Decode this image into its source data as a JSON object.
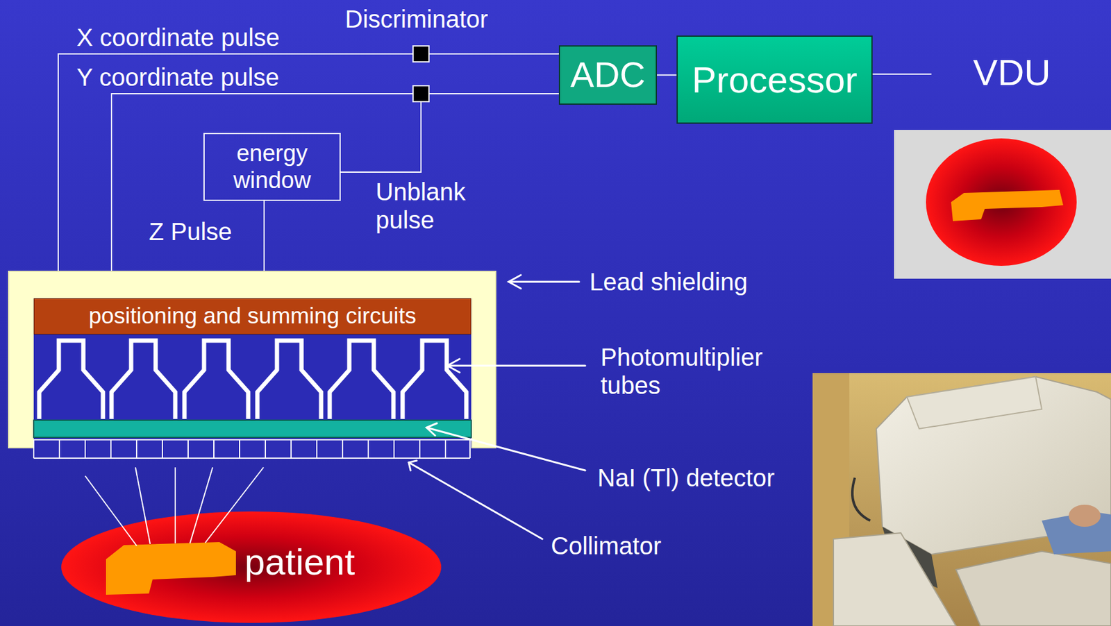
{
  "diagram": {
    "nodes": [
      {
        "text": [
          "ADC"
        ]
      },
      {
        "text": [
          "Processor"
        ]
      },
      {
        "text": [
          "energy window"
        ]
      },
      {
        "text": [
          "positioning and summing circuits"
        ]
      },
      {
        "text": [
          "patient"
        ]
      }
    ],
    "edges": [
      {
        "from": 0,
        "to": 1,
        "arrow": "none"
      }
    ],
    "labels": [
      "Discriminator",
      "X coordinate pulse",
      "Y coordinate pulse",
      "VDU",
      "Unblank pulse",
      "Z Pulse",
      "Lead shielding",
      "Photomultiplier tubes",
      "NaI (Tl) detector",
      "Collimator"
    ]
  }
}
